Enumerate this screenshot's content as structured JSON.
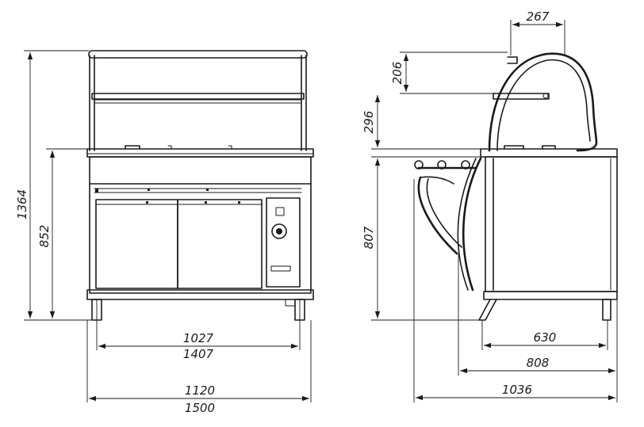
{
  "dimensions": {
    "front": {
      "total_height": "1364",
      "counter_height": "852",
      "inner_width": "1027",
      "inner_width_alt": "1407",
      "total_width": "1120",
      "total_width_alt": "1500"
    },
    "side": {
      "top_canopy_depth": "267",
      "canopy_height": "206",
      "shelf_height": "296",
      "counter_height": "807",
      "base_depth": "630",
      "body_depth": "808",
      "total_depth": "1036"
    }
  }
}
